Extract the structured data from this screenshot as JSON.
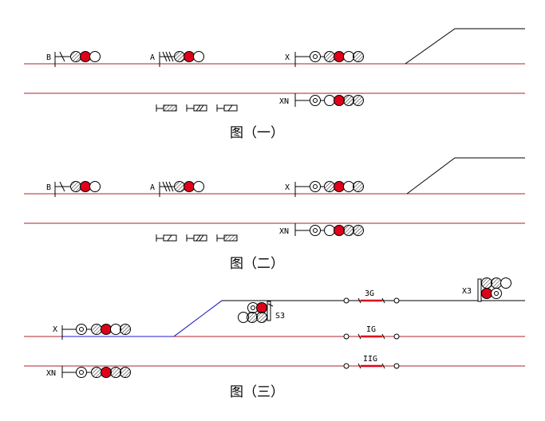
{
  "colors": {
    "track_red": "#b0202a",
    "track_blue": "#1a1acc",
    "signal_red": "#e0001a",
    "line_black": "#000000"
  },
  "figure1": {
    "caption": "图（一）",
    "signal_B": "B",
    "signal_A": "A",
    "signal_X": "X",
    "signal_XN": "XN"
  },
  "figure2": {
    "caption": "图（二）",
    "signal_B": "B",
    "signal_A": "A",
    "signal_X": "X",
    "signal_XN": "XN"
  },
  "figure3": {
    "caption": "图（三）",
    "signal_X": "X",
    "signal_XN": "XN",
    "signal_X3": "X3",
    "signal_S3": "S3",
    "track_3G": "3G",
    "track_IG": "IG",
    "track_IIG": "IIG"
  }
}
